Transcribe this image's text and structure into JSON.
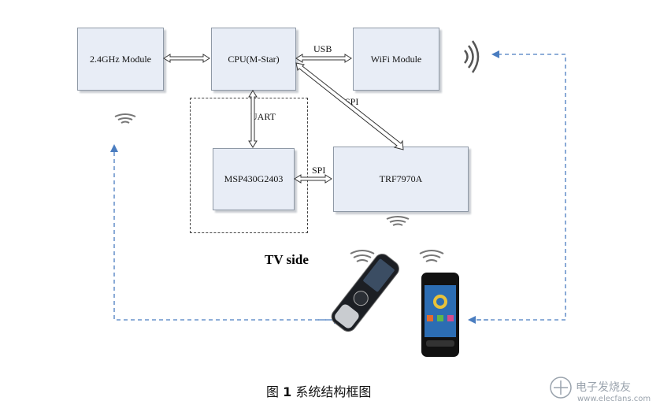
{
  "modules": {
    "ghz": "2.4GHz Module",
    "cpu": "CPU(M-Star)",
    "wifi": "WiFi Module",
    "msp": "MSP430G2403",
    "trf": "TRF7970A"
  },
  "links": {
    "usb": "USB",
    "spi_top": "SPI",
    "uart": "UART",
    "spi_bottom": "SPI"
  },
  "tv_side": "TV side",
  "caption": {
    "prefix": "图",
    "number": "1",
    "text": "系统结构框图"
  },
  "watermark": {
    "brand": "电子发烧友",
    "url": "www.elecfans.com"
  },
  "colors": {
    "box_fill": "#e8edf6",
    "dash_arrow": "#4a7dc0"
  },
  "icons": [
    "wireless-signal-icon",
    "remote-control-icon",
    "smartphone-icon",
    "electronics-logo-icon"
  ]
}
